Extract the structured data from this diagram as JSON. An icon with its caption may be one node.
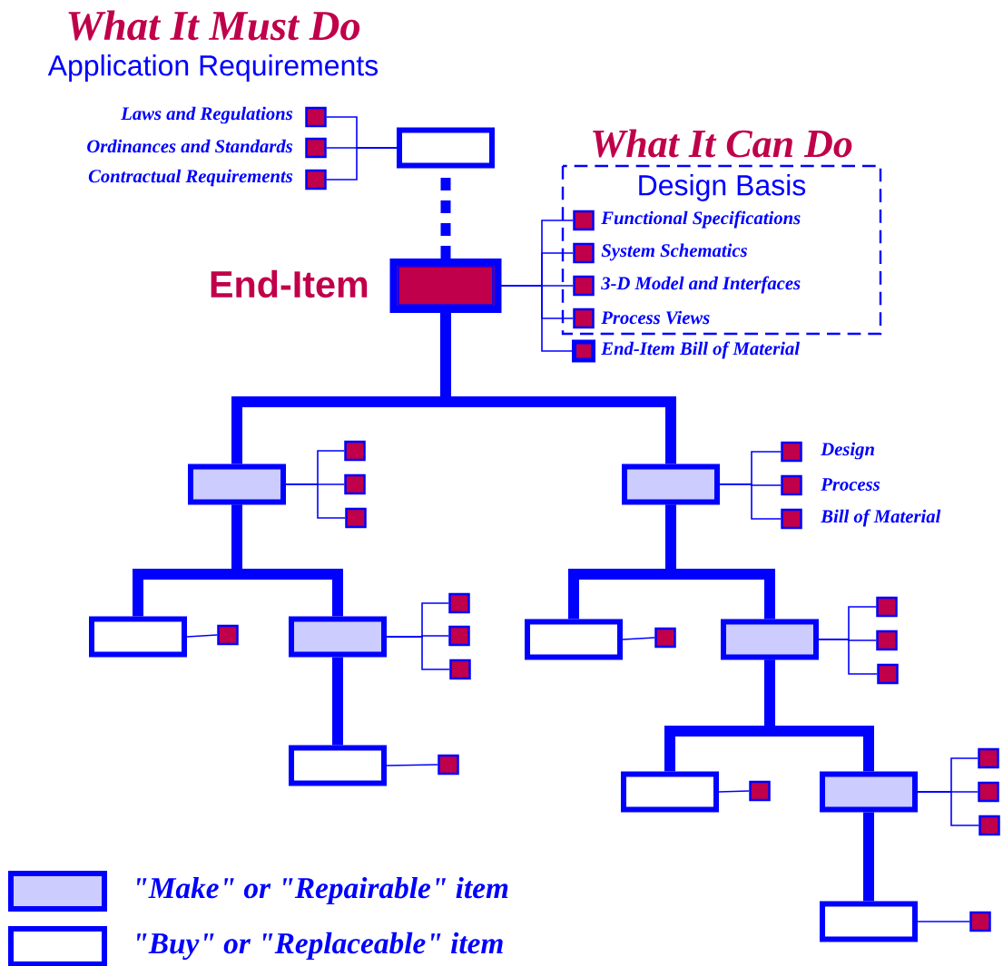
{
  "diagram": {
    "nodes": [
      {
        "text": [],
        "shape": "box",
        "beside": [
          "Laws and Regulations"
        ]
      },
      {
        "text": [],
        "shape": "box",
        "beside": [
          "Ordinances and Standards"
        ]
      },
      {
        "text": [],
        "shape": "box",
        "beside": [
          "Contractual Requirements"
        ]
      },
      {
        "text": [],
        "shape": "box"
      },
      {
        "text": [],
        "shape": "box",
        "beside": [
          "End-Item"
        ]
      },
      {
        "text": [
          "What It Can Do",
          "Design Basis"
        ]
      },
      {
        "text": [],
        "shape": "box",
        "beside": [
          "Functional Specifications"
        ],
        "in": 5
      },
      {
        "text": [],
        "shape": "box",
        "beside": [
          "System Schematics"
        ],
        "in": 5
      },
      {
        "text": [],
        "shape": "box",
        "beside": [
          "3-D Model and Interfaces"
        ],
        "in": 5
      },
      {
        "text": [],
        "shape": "box",
        "beside": [
          "Process Views"
        ],
        "in": 5
      },
      {
        "text": [],
        "shape": "box",
        "beside": [
          "End-Item Bill of Material"
        ]
      },
      {
        "text": [],
        "shape": "box"
      },
      {
        "text": [],
        "shape": "box"
      },
      {
        "text": [],
        "shape": "box"
      },
      {
        "text": [],
        "shape": "box"
      },
      {
        "text": [],
        "shape": "box"
      },
      {
        "text": [],
        "shape": "box",
        "beside": [
          "Design"
        ]
      },
      {
        "text": [],
        "shape": "box",
        "beside": [
          "Process"
        ]
      },
      {
        "text": [],
        "shape": "box",
        "beside": [
          "Bill of Material"
        ]
      },
      {
        "text": [],
        "shape": "box"
      },
      {
        "text": [],
        "shape": "box"
      },
      {
        "text": [],
        "shape": "box"
      },
      {
        "text": [],
        "shape": "box"
      },
      {
        "text": [],
        "shape": "box"
      },
      {
        "text": [],
        "shape": "box"
      },
      {
        "text": [],
        "shape": "box"
      },
      {
        "text": [],
        "shape": "box"
      },
      {
        "text": [],
        "shape": "box"
      },
      {
        "text": [],
        "shape": "box"
      },
      {
        "text": [],
        "shape": "box"
      },
      {
        "text": [],
        "shape": "box"
      },
      {
        "text": [],
        "shape": "box"
      },
      {
        "text": [],
        "shape": "box"
      },
      {
        "text": [],
        "shape": "box"
      },
      {
        "text": [],
        "shape": "box"
      },
      {
        "text": [],
        "shape": "box"
      },
      {
        "text": [],
        "shape": "box"
      },
      {
        "text": [],
        "shape": "box"
      },
      {
        "text": [],
        "shape": "box"
      },
      {
        "text": [],
        "shape": "box"
      },
      {
        "text": [],
        "shape": "box"
      }
    ],
    "edges": [
      {
        "from": 4,
        "to": 3,
        "arrow": "none",
        "style": "dashed"
      },
      {
        "from": 3,
        "to": 0,
        "arrow": "none"
      },
      {
        "from": 3,
        "to": 1,
        "arrow": "none"
      },
      {
        "from": 3,
        "to": 2,
        "arrow": "none"
      },
      {
        "from": 4,
        "to": 6,
        "arrow": "none"
      },
      {
        "from": 4,
        "to": 7,
        "arrow": "none"
      },
      {
        "from": 4,
        "to": 8,
        "arrow": "none"
      },
      {
        "from": 4,
        "to": 9,
        "arrow": "none"
      },
      {
        "from": 4,
        "to": 10,
        "arrow": "none"
      },
      {
        "from": 4,
        "to": 11,
        "arrow": "none",
        "style": "thick"
      },
      {
        "from": 4,
        "to": 15,
        "arrow": "none",
        "style": "thick"
      },
      {
        "from": 11,
        "to": 12,
        "arrow": "none"
      },
      {
        "from": 11,
        "to": 13,
        "arrow": "none"
      },
      {
        "from": 11,
        "to": 14,
        "arrow": "none"
      },
      {
        "from": 15,
        "to": 16,
        "arrow": "none"
      },
      {
        "from": 15,
        "to": 17,
        "arrow": "none"
      },
      {
        "from": 15,
        "to": 18,
        "arrow": "none"
      },
      {
        "from": 11,
        "to": 19,
        "arrow": "none",
        "style": "thick"
      },
      {
        "from": 11,
        "to": 21,
        "arrow": "none",
        "style": "thick"
      },
      {
        "from": 19,
        "to": 20,
        "arrow": "none"
      },
      {
        "from": 21,
        "to": 22,
        "arrow": "none"
      },
      {
        "from": 21,
        "to": 23,
        "arrow": "none"
      },
      {
        "from": 21,
        "to": 24,
        "arrow": "none"
      },
      {
        "from": 21,
        "to": 25,
        "arrow": "none",
        "style": "thick"
      },
      {
        "from": 25,
        "to": 26,
        "arrow": "none"
      },
      {
        "from": 15,
        "to": 27,
        "arrow": "none",
        "style": "thick"
      },
      {
        "from": 15,
        "to": 29,
        "arrow": "none",
        "style": "thick"
      },
      {
        "from": 27,
        "to": 28,
        "arrow": "none"
      },
      {
        "from": 29,
        "to": 30,
        "arrow": "none"
      },
      {
        "from": 29,
        "to": 31,
        "arrow": "none"
      },
      {
        "from": 29,
        "to": 32,
        "arrow": "none"
      },
      {
        "from": 29,
        "to": 33,
        "arrow": "none",
        "style": "thick"
      },
      {
        "from": 29,
        "to": 35,
        "arrow": "none",
        "style": "thick"
      },
      {
        "from": 33,
        "to": 34,
        "arrow": "none"
      },
      {
        "from": 35,
        "to": 36,
        "arrow": "none"
      },
      {
        "from": 35,
        "to": 37,
        "arrow": "none"
      },
      {
        "from": 35,
        "to": 38,
        "arrow": "none"
      },
      {
        "from": 35,
        "to": 39,
        "arrow": "none",
        "style": "thick"
      },
      {
        "from": 39,
        "to": 40,
        "arrow": "none"
      }
    ],
    "labels": [
      "What It Must Do",
      "Application Requirements"
    ],
    "legend": [
      {
        "text": "\"Make\" or \"Repairable\" item",
        "color": "#ccccff"
      },
      {
        "text": "\"Buy\" or \"Replaceable\" item"
      }
    ]
  }
}
